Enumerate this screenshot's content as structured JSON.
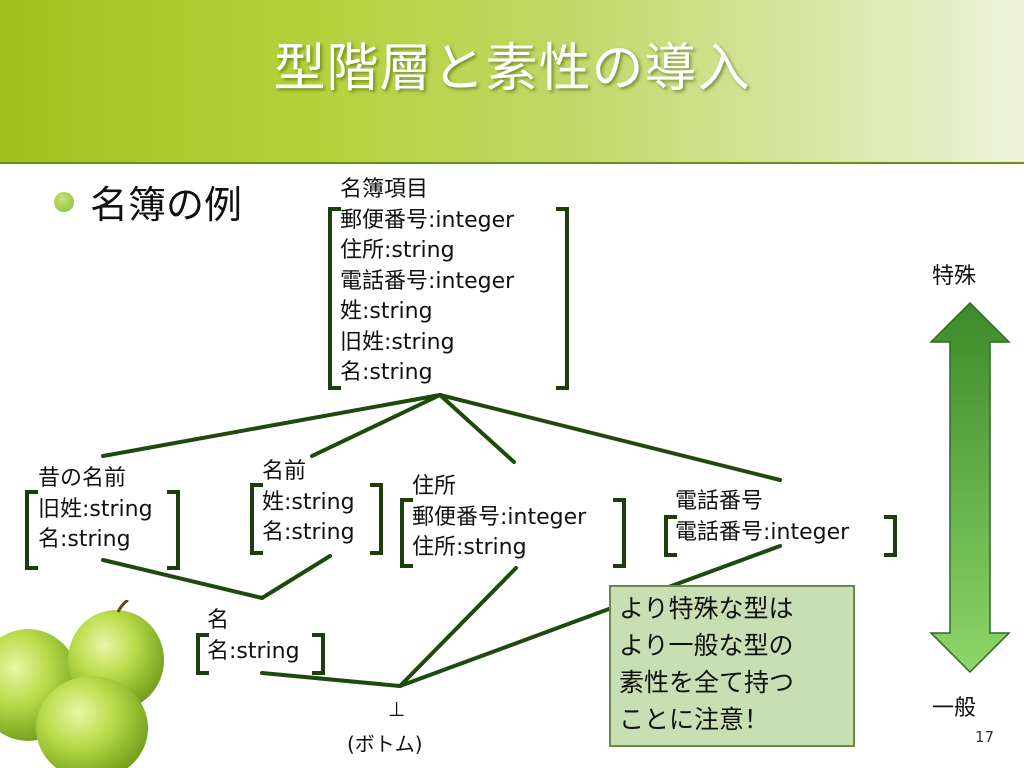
{
  "slide": {
    "title": "型階層と素性の導入",
    "bullet": "名簿の例",
    "page_number": "17"
  },
  "boxes": {
    "meibo": {
      "lines": [
        "名簿項目",
        "郵便番号:integer",
        "住所:string",
        "電話番号:integer",
        "姓:string",
        "旧姓:string",
        "名:string"
      ]
    },
    "mukashi": {
      "lines": [
        "昔の名前",
        "旧姓:string",
        "名:string"
      ]
    },
    "namae": {
      "lines": [
        "名前",
        "姓:string",
        "名:string"
      ]
    },
    "jusho": {
      "lines": [
        "住所",
        "郵便番号:integer",
        "住所:string"
      ]
    },
    "denwa": {
      "lines": [
        "電話番号",
        "電話番号:integer"
      ]
    },
    "mei": {
      "lines": [
        "名",
        "名:string"
      ]
    }
  },
  "arrow": {
    "top_label": "特殊",
    "bottom_label": "一般"
  },
  "note": {
    "lines": [
      "より特殊な型は",
      "より一般な型の",
      "素性を全て持つ",
      "ことに注意！"
    ]
  },
  "bottom": {
    "symbol": "⊥",
    "label": "(ボトム)"
  },
  "colors": {
    "header_green": "#9fc21f",
    "bracket": "#1e3d0f",
    "line": "#1e4a0e",
    "arrow_dark": "#3c8a2a",
    "arrow_light": "#8ed66a",
    "note_bg": "#c8dfb4"
  }
}
